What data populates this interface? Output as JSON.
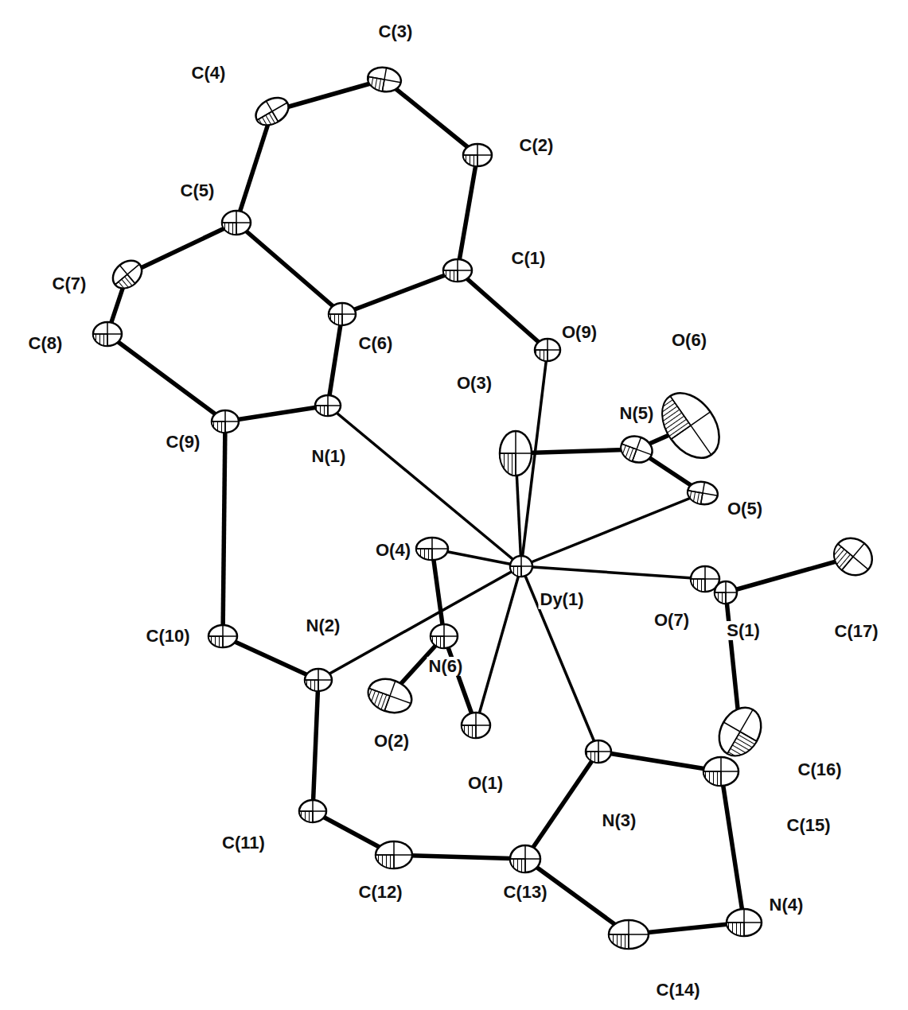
{
  "diagram": {
    "labels": [
      "C(3)",
      "C(4)",
      "C(2)",
      "C(5)",
      "C(1)",
      "C(7)",
      "C(6)",
      "O(9)",
      "O(6)",
      "O(3)",
      "N(5)",
      "C(8)",
      "C(9)",
      "N(1)",
      "O(5)",
      "O(4)",
      "C(10)",
      "Dy(1)",
      "O(7)",
      "N(6)",
      "S(1)",
      "C(17)",
      "N(2)",
      "O(2)",
      "O(1)",
      "C(16)",
      "N(3)",
      "C(15)",
      "C(11)",
      "C(12)",
      "C(13)",
      "N(4)",
      "C(14)"
    ]
  }
}
